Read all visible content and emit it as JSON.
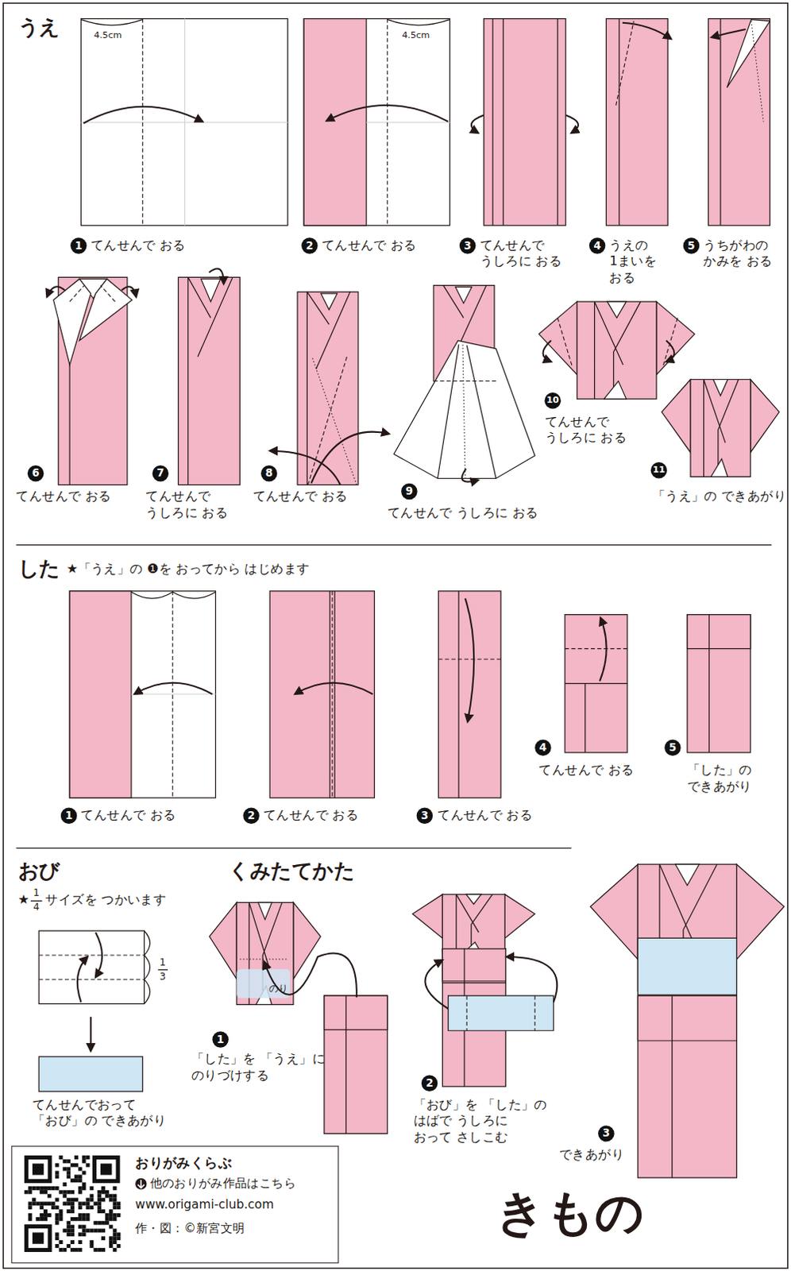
{
  "diagram": {
    "title": "きもの",
    "nodes": [
      {
        "text": [
          "おりがみくらぶ",
          "他のおりがみ作品はこちら",
          "www.origami-club.com",
          "作・図：©新宮文明"
        ]
      }
    ],
    "labels": [
      "うえ",
      "4.5cm",
      "4.5cm",
      "1",
      "てんせんで おる",
      "2",
      "てんせんで おる",
      "3",
      "てんせんで うしろに おる",
      "4",
      "うえの 1まいを おる",
      "5",
      "うちがわの かみを おる",
      "6",
      "てんせんで おる",
      "7",
      "てんせんで うしろに おる",
      "8",
      "てんせんで おる",
      "9",
      "てんせんで うしろに おる",
      "10",
      "てんせんで うしろに おる",
      "11",
      "「うえ」の できあがり",
      "した",
      "★「うえ」の ❶を おってから はじめます",
      "1",
      "てんせんで おる",
      "2",
      "てんせんで おる",
      "3",
      "てんせんで おる",
      "4",
      "てんせんで おる",
      "5",
      "「した」の できあがり",
      "おび",
      "★",
      "1",
      "4",
      "サイズを つかいます",
      "1",
      "3",
      "てんせんでおって 「おび」の できあがり",
      "くみたてかた",
      "のり",
      "1",
      "「した」を 「うえ」に のりづけする",
      "2",
      "「おび」を 「した」の はばで うしろに おって さしこむ",
      "3",
      "できあがり"
    ]
  }
}
